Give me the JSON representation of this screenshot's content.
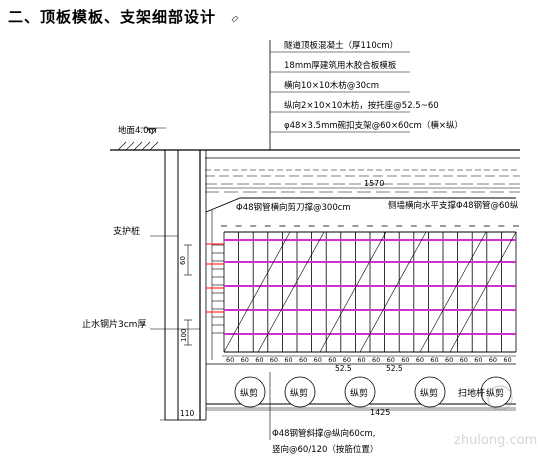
{
  "heading": "二、顶板模板、支架细部设计",
  "callouts": [
    "隧道顶板混凝土（厚110cm）",
    "18mm厚建筑用木胶合板模板",
    "横向10×10木枋@30cm",
    "纵向2×10×10木枋，按托座@52.5~60",
    "φ48×3.5mm碗扣支架@60×60cm（横×纵）"
  ],
  "labels": {
    "ground": "地面4.0m",
    "pile": "支护桩",
    "waterstop": "止水钢片3cm厚",
    "brace_cross": "Φ48钢管横向剪刀撑@300cm",
    "brace_side": "侧墙横向水平支撑Φ48钢管@60纵",
    "dim_top": "1570",
    "dim_60": "60",
    "dim_100": "100",
    "dim_525": "52.5",
    "dim_1425": "1425",
    "dim_110": "110",
    "sweep": "扫地杆",
    "bottom1": "Φ48钢管斜撑@纵向60cm,",
    "bottom2": "竖向@60/120（按筋位置）"
  },
  "bays": [
    "60",
    "60",
    "60",
    "60",
    "60",
    "60",
    "60",
    "60",
    "60",
    "60",
    "60",
    "60",
    "60",
    "60",
    "60",
    "60",
    "60",
    "60",
    "60",
    "60"
  ],
  "circles": [
    "纵剪",
    "纵剪",
    "纵剪",
    "纵剪",
    "纵剪"
  ],
  "watermark": "zhulong.com",
  "colors": {
    "line": "#000000",
    "accent": "#cc33cc",
    "red": "#ff3333"
  }
}
